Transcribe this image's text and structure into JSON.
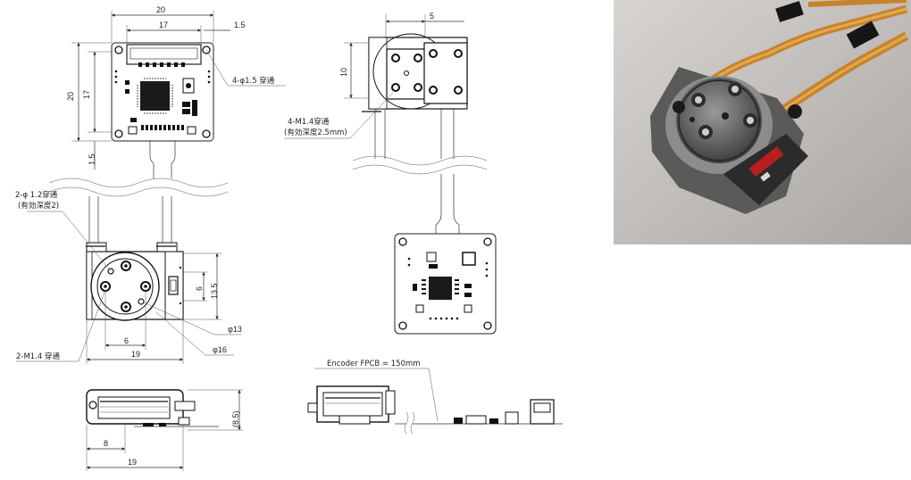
{
  "views": {
    "top_left": {
      "dims": {
        "w_outer": "20",
        "w_inner": "17",
        "edge_right": "1.5",
        "h_outer": "20",
        "h_inner": "17",
        "edge_bottom": "1.5"
      },
      "hole_note": "4-φ1.5 穿通"
    },
    "top_right": {
      "dims": {
        "offset": "5",
        "height": "10"
      },
      "thread_note_1": "4-M1.4穿通",
      "thread_note_2": "(有効深度2.5mm)"
    },
    "motor_front": {
      "pin_note_1": "2-φ 1.2穿通",
      "pin_note_2": "(有効深度2)",
      "thread_note": "2-M1.4  穿通",
      "dims": {
        "h_13_5": "13.5",
        "h_6": "6",
        "dia_13": "φ13",
        "dia_16": "φ16",
        "w_6": "6",
        "w_19": "19"
      }
    },
    "side_left": {
      "dims": {
        "h_8_5": "(8.5)",
        "w_8": "8",
        "w_19": "19"
      }
    },
    "side_right": {
      "fpcb_note": "Encoder FPCB = 150mm"
    }
  },
  "photo": {
    "subject": "motor-with-encoder-photo"
  }
}
